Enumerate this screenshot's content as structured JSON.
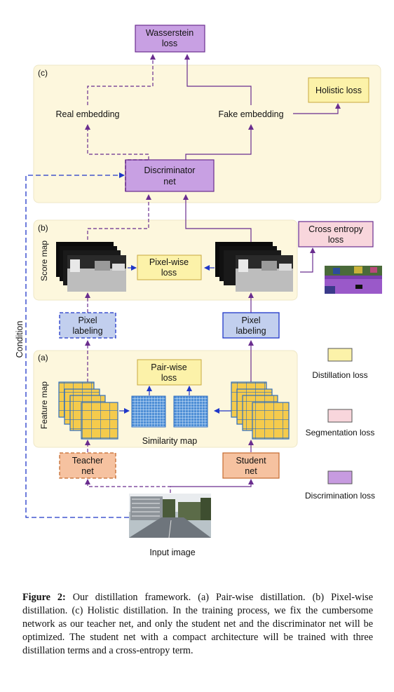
{
  "panels": {
    "c_label": "(c)",
    "b_label": "(b)",
    "a_label": "(a)"
  },
  "boxes": {
    "wasserstein_line1": "Wasserstein",
    "wasserstein_line2": "loss",
    "holistic": "Holistic loss",
    "discriminator_line1": "Discriminator",
    "discriminator_line2": "net",
    "cross_entropy_line1": "Cross entropy",
    "cross_entropy_line2": "loss",
    "pixelwise_line1": "Pixel-wise",
    "pixelwise_line2": "loss",
    "pixel_labeling_line1": "Pixel",
    "pixel_labeling_line2": "labeling",
    "pairwise_line1": "Pair-wise",
    "pairwise_line2": "loss",
    "teacher_line1": "Teacher",
    "teacher_line2": "net",
    "student_line1": "Student",
    "student_line2": "net"
  },
  "labels": {
    "real_embedding": "Real embedding",
    "fake_embedding": "Fake embedding",
    "score_map": "Score map",
    "feature_map": "Feature map",
    "similarity_map": "Similarity map",
    "condition": "Condition",
    "input_image": "Input image"
  },
  "legend": [
    {
      "label": "Distillation loss",
      "color": "#fcf2a9"
    },
    {
      "label": "Segmentation loss",
      "color": "#f8d6dc"
    },
    {
      "label": "Discrimination loss",
      "color": "#c79be0"
    }
  ],
  "colors": {
    "panel_fill": "#fdf7dd",
    "purple_box": "#c8a0e3",
    "purple_line": "#6a2d8f",
    "blue_box": "#c2cfee",
    "blue_line": "#1f36c8",
    "orange_box": "#f6c2a0",
    "yellow_box": "#fcf2a9",
    "pink_box": "#f8d6dc",
    "grid_blue": "#4a88cf",
    "grid_yellow": "#f5cb4c"
  },
  "caption": {
    "label": "Figure 2:",
    "text": "Our distillation framework. (a) Pair-wise distillation. (b) Pixel-wise distillation. (c) Holistic distillation. In the training process, we fix the cumbersome network as our teacher net, and only the student net and the discriminator net will be optimized. The student net with a compact architecture will be trained with three distillation terms and a cross-entropy term."
  }
}
